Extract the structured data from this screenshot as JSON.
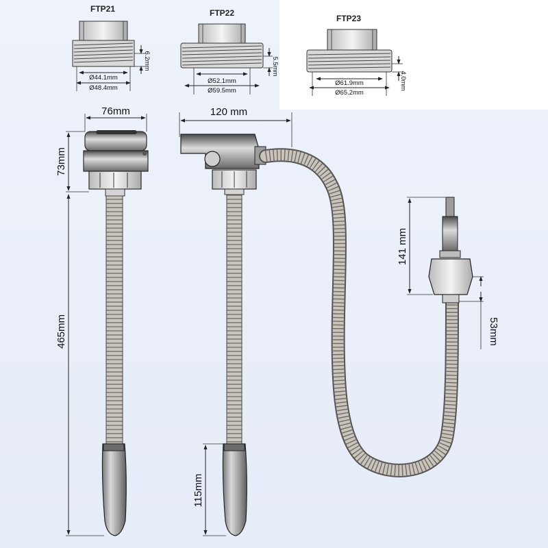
{
  "adapters": [
    {
      "name": "FTP21",
      "inner_diameter": "Ø44.1mm",
      "outer_diameter": "Ø48.4mm",
      "height": "6.2mm"
    },
    {
      "name": "FTP22",
      "inner_diameter": "Ø52.1mm",
      "outer_diameter": "Ø59.5mm",
      "height": "5.5mm"
    },
    {
      "name": "FTP23",
      "inner_diameter": "Ø61.9mm",
      "outer_diameter": "Ø65.2mm",
      "height": "4.0mm"
    }
  ],
  "dimensions": {
    "head_width": "76mm",
    "side_width": "120 mm",
    "head_height": "73mm",
    "total_length": "465mm",
    "handle_length": "115mm",
    "nozzle_length": "141 mm",
    "nozzle_width": "53mm"
  }
}
